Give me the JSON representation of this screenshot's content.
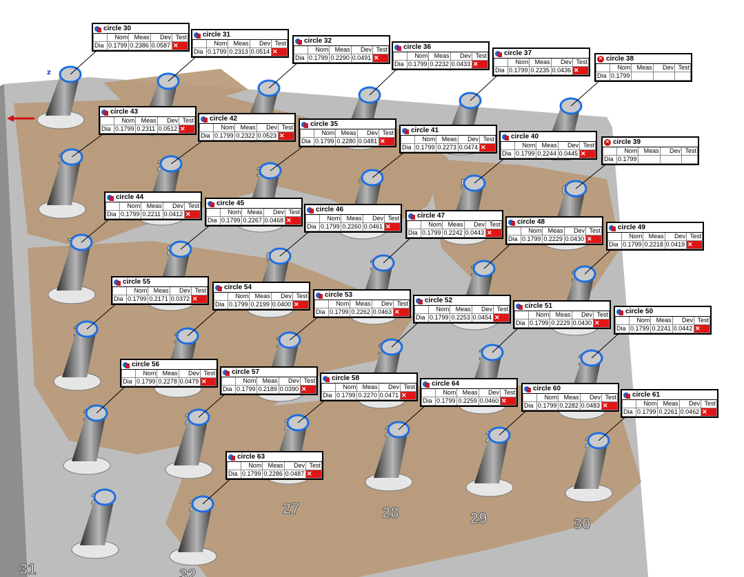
{
  "axes": {
    "z_label": "z"
  },
  "table_headers": {
    "row": "Dia",
    "nom": "Nom",
    "meas": "Meas",
    "dev": "Dev",
    "test": "Test"
  },
  "status_colors": {
    "fail": "#e01616",
    "icon_blue": "#1e64c8",
    "icon_red": "#c0182c"
  },
  "stud_numbers": [
    "1",
    "2",
    "3",
    "4",
    "5",
    "6",
    "7",
    "8",
    "9",
    "10",
    "11",
    "12",
    "13",
    "14",
    "15",
    "16",
    "17",
    "18",
    "19",
    "20",
    "21",
    "22",
    "23",
    "24",
    "25",
    "26",
    "27",
    "28",
    "29",
    "30",
    "31",
    "32"
  ],
  "labels": [
    {
      "title": "circle 30",
      "nom": "0.1799",
      "meas": "0.2386",
      "dev": "0.0587",
      "test": "✕",
      "status": "fail"
    },
    {
      "title": "circle 31",
      "nom": "0.1799",
      "meas": "0.2313",
      "dev": "0.0514",
      "test": "✕",
      "status": "fail"
    },
    {
      "title": "circle 32",
      "nom": "0.1799",
      "meas": "0.2290",
      "dev": "0.0491",
      "test": "✕",
      "status": "fail"
    },
    {
      "title": "circle 36",
      "nom": "0.1799",
      "meas": "0.2232",
      "dev": "0.0433",
      "test": "✕",
      "status": "fail"
    },
    {
      "title": "circle 37",
      "nom": "0.1799",
      "meas": "0.2235",
      "dev": "0.0436",
      "test": "✕",
      "status": "fail"
    },
    {
      "title": "circle 38",
      "nom": "0.1799",
      "meas": "",
      "dev": "",
      "test": "",
      "status": "error"
    },
    {
      "title": "circle 43",
      "nom": "0.1799",
      "meas": "0.2311",
      "dev": "0.0512",
      "test": "✕",
      "status": "fail"
    },
    {
      "title": "circle 42",
      "nom": "0.1799",
      "meas": "0.2322",
      "dev": "0.0523",
      "test": "✕",
      "status": "fail"
    },
    {
      "title": "circle 35",
      "nom": "0.1799",
      "meas": "0.2280",
      "dev": "0.0481",
      "test": "✕",
      "status": "fail"
    },
    {
      "title": "circle 41",
      "nom": "0.1799",
      "meas": "0.2273",
      "dev": "0.0474",
      "test": "✕",
      "status": "fail"
    },
    {
      "title": "circle 40",
      "nom": "0.1799",
      "meas": "0.2244",
      "dev": "0.0445",
      "test": "✕",
      "status": "fail"
    },
    {
      "title": "circle 39",
      "nom": "0.1799",
      "meas": "",
      "dev": "",
      "test": "",
      "status": "error"
    },
    {
      "title": "circle 44",
      "nom": "0.1799",
      "meas": "0.2211",
      "dev": "0.0412",
      "test": "✕",
      "status": "fail"
    },
    {
      "title": "circle 45",
      "nom": "0.1799",
      "meas": "0.2267",
      "dev": "0.0468",
      "test": "✕",
      "status": "fail"
    },
    {
      "title": "circle 46",
      "nom": "0.1799",
      "meas": "0.2260",
      "dev": "0.0461",
      "test": "✕",
      "status": "fail"
    },
    {
      "title": "circle 47",
      "nom": "0.1799",
      "meas": "0.2242",
      "dev": "0.0443",
      "test": "✕",
      "status": "fail"
    },
    {
      "title": "circle 48",
      "nom": "0.1799",
      "meas": "0.2229",
      "dev": "0.0430",
      "test": "✕",
      "status": "fail"
    },
    {
      "title": "circle 49",
      "nom": "0.1799",
      "meas": "0.2218",
      "dev": "0.0419",
      "test": "✕",
      "status": "fail"
    },
    {
      "title": "circle 55",
      "nom": "0.1799",
      "meas": "0.2171",
      "dev": "0.0372",
      "test": "✕",
      "status": "fail"
    },
    {
      "title": "circle 54",
      "nom": "0.1799",
      "meas": "0.2199",
      "dev": "0.0400",
      "test": "✕",
      "status": "fail"
    },
    {
      "title": "circle 53",
      "nom": "0.1799",
      "meas": "0.2262",
      "dev": "0.0463",
      "test": "✕",
      "status": "fail"
    },
    {
      "title": "circle 52",
      "nom": "0.1799",
      "meas": "0.2253",
      "dev": "0.0454",
      "test": "✕",
      "status": "fail"
    },
    {
      "title": "circle 51",
      "nom": "0.1799",
      "meas": "0.2229",
      "dev": "0.0430",
      "test": "✕",
      "status": "fail"
    },
    {
      "title": "circle 50",
      "nom": "0.1799",
      "meas": "0.2241",
      "dev": "0.0442",
      "test": "✕",
      "status": "fail"
    },
    {
      "title": "circle 56",
      "nom": "0.1799",
      "meas": "0.2278",
      "dev": "0.0479",
      "test": "✕",
      "status": "fail"
    },
    {
      "title": "circle 57",
      "nom": "0.1799",
      "meas": "0.2189",
      "dev": "0.0390",
      "test": "✕",
      "status": "fail"
    },
    {
      "title": "circle 58",
      "nom": "0.1799",
      "meas": "0.2270",
      "dev": "0.0471",
      "test": "✕",
      "status": "fail"
    },
    {
      "title": "circle 64",
      "nom": "0.1799",
      "meas": "0.2259",
      "dev": "0.0460",
      "test": "✕",
      "status": "fail"
    },
    {
      "title": "circle 60",
      "nom": "0.1799",
      "meas": "0.2282",
      "dev": "0.0483",
      "test": "✕",
      "status": "fail"
    },
    {
      "title": "circle 61",
      "nom": "0.1799",
      "meas": "0.2261",
      "dev": "0.0462",
      "test": "✕",
      "status": "fail"
    },
    {
      "title": "circle 63",
      "nom": "0.1799",
      "meas": "0.2286",
      "dev": "0.0487",
      "test": "✕",
      "status": "fail"
    }
  ]
}
